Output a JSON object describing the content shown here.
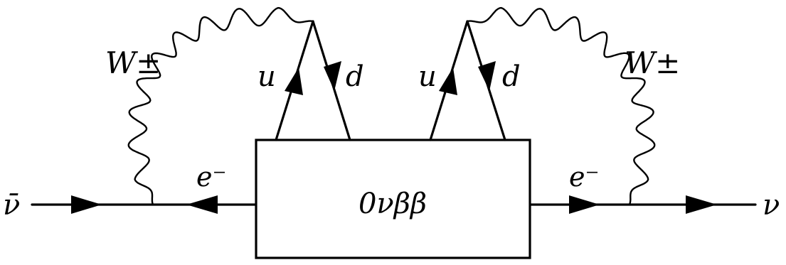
{
  "diagram": {
    "labels": {
      "antineutrino_in": "ν̄",
      "neutrino_out": "ν",
      "electron_left": "e⁻",
      "electron_right": "e⁻",
      "w_left": "W±",
      "w_right": "W±",
      "u_left": "u",
      "d_left": "d",
      "u_right": "u",
      "d_right": "d",
      "vertex_box": "0νββ"
    },
    "colors": {
      "ink": "#000000",
      "background": "#ffffff"
    }
  }
}
